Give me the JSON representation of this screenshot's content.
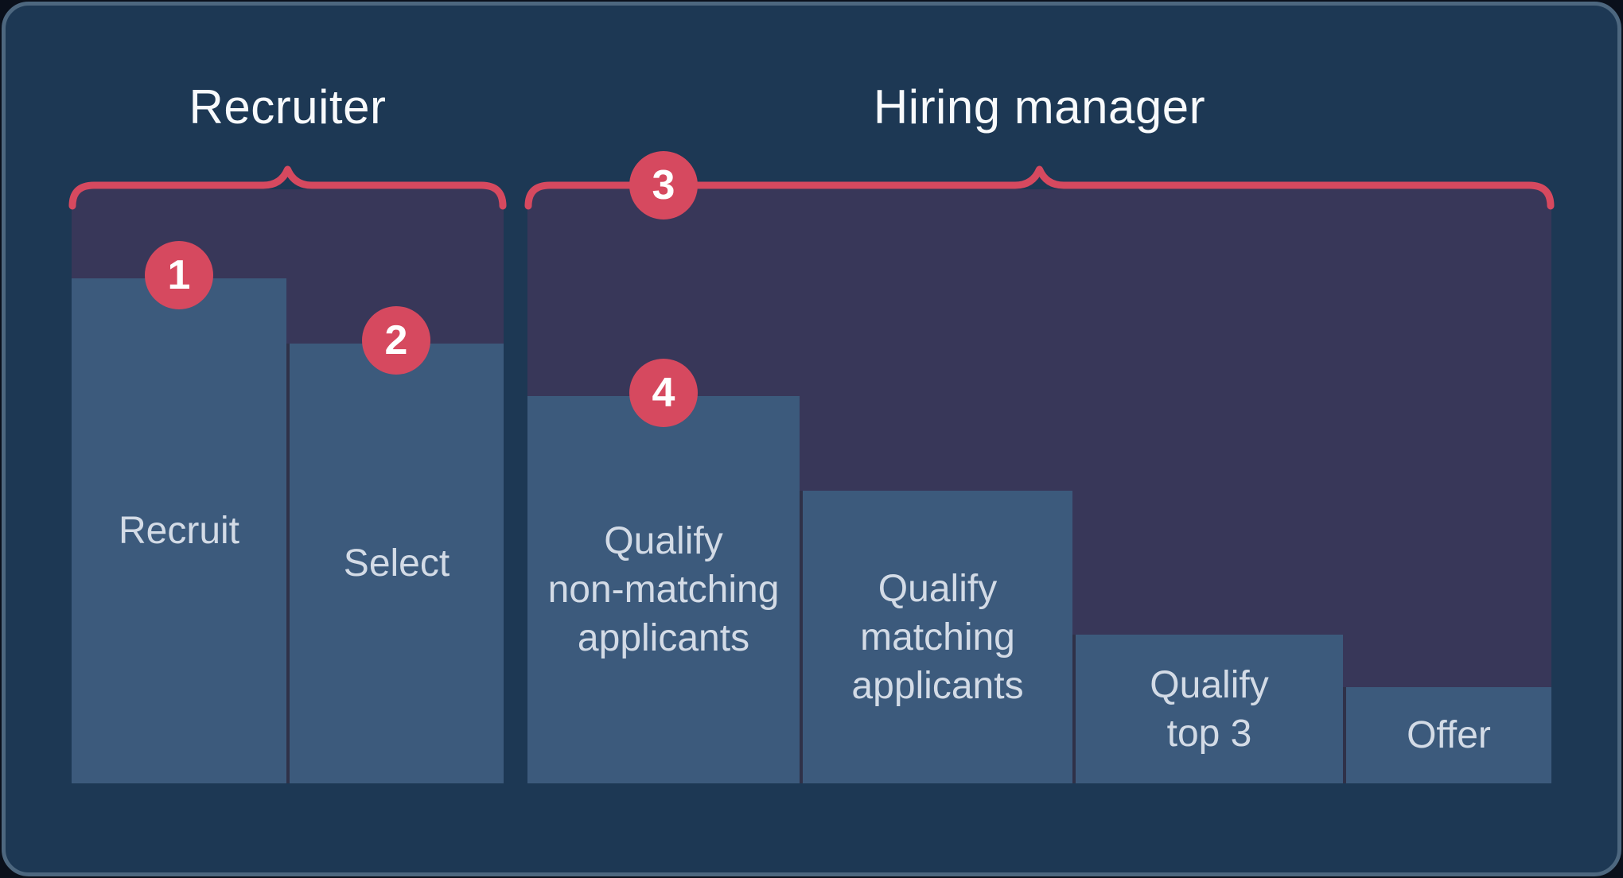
{
  "colors": {
    "background": "#0a101b",
    "card": "#1d3854",
    "card_border": "#4d677f",
    "panel": "#383759",
    "bar": "#3c5a7c",
    "divider": "#2f3148",
    "accent": "#d6495f",
    "title_text": "#f8fafc",
    "bar_text": "#d3dbe6"
  },
  "groups": [
    {
      "title": "Recruiter",
      "bars": [
        {
          "badge": "1",
          "label": "Recruit"
        },
        {
          "badge": "2",
          "label": "Select"
        }
      ]
    },
    {
      "title": "Hiring manager",
      "badge": "3",
      "bars": [
        {
          "badge": "4",
          "label": "Qualify\nnon-matching\napplicants"
        },
        {
          "label": "Qualify\nmatching\napplicants"
        },
        {
          "label": "Qualify\ntop 3"
        },
        {
          "label": "Offer"
        }
      ]
    }
  ]
}
